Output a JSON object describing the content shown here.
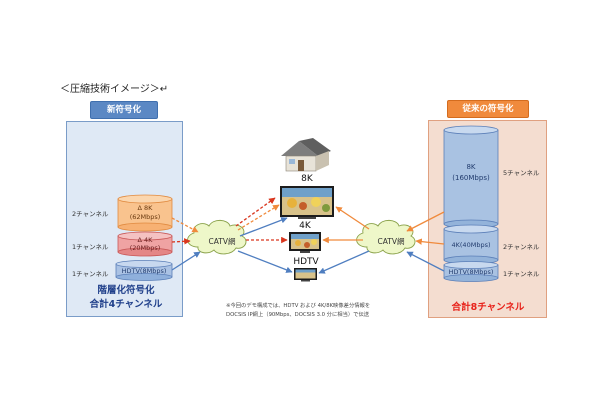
{
  "caption": "＜圧縮技術イメージ＞↵",
  "left": {
    "header": "新符号化",
    "rows": [
      {
        "channels": "2チャンネル",
        "label1": "Δ 8K",
        "label2": "(62Mbps)"
      },
      {
        "channels": "1チャンネル",
        "label1": "Δ 4K",
        "label2": "(20Mbps)"
      },
      {
        "channels": "1チャンネル",
        "label1": "HDTV(8Mbps)",
        "label2": ""
      }
    ],
    "summary_line1": "階層化符号化",
    "summary_line2": "合計4チャンネル"
  },
  "right": {
    "header": "従来の符号化",
    "rows": [
      {
        "channels": "5チャンネル",
        "label1": "8K",
        "label2": "(160Mbps)"
      },
      {
        "channels": "2チャンネル",
        "label1": "4K(40Mbps)",
        "label2": ""
      },
      {
        "channels": "1チャンネル",
        "label1": "HDTV(8Mbps)",
        "label2": ""
      }
    ],
    "summary": "合計8チャンネル"
  },
  "center": {
    "cloud_left": "CATV網",
    "cloud_right": "CATV網",
    "tv_8k": "8K",
    "tv_4k": "4K",
    "tv_hdtv": "HDTV"
  },
  "note_line1": "※今回のデモ構成では、HDTV および 4K/8K映像差分情報を",
  "note_line2": "DOCSIS IP網上（90Mbps、DOCSIS 3.0 分に相当）で伝送",
  "colors": {
    "left_panel": "#dfe9f5",
    "right_panel": "#f4ddd0",
    "orange": "#f08a3c",
    "red_arrow": "#d9361e",
    "blue_arrow": "#4f7ec0",
    "summary_blue": "#1f3f8a",
    "summary_red": "#e8231b"
  }
}
